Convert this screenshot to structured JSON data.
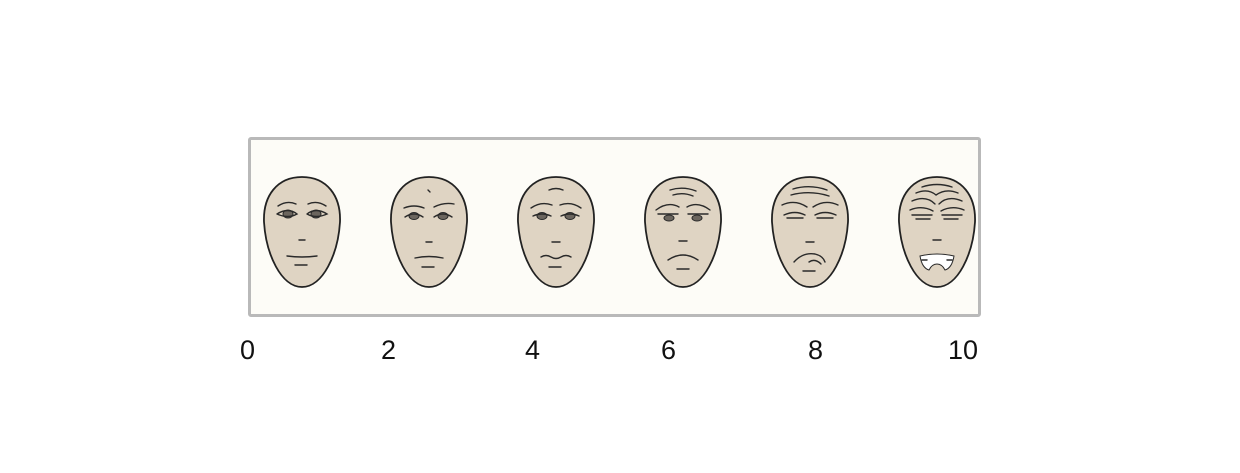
{
  "pain_scale": {
    "labels": [
      "0",
      "2",
      "4",
      "6",
      "8",
      "10"
    ],
    "faces": [
      {
        "score": 0,
        "icon": "no-hurt-face-icon"
      },
      {
        "score": 2,
        "icon": "hurts-little-bit-face-icon"
      },
      {
        "score": 4,
        "icon": "hurts-little-more-face-icon"
      },
      {
        "score": 6,
        "icon": "hurts-even-more-face-icon"
      },
      {
        "score": 8,
        "icon": "hurts-whole-lot-face-icon"
      },
      {
        "score": 10,
        "icon": "hurts-worst-face-icon"
      }
    ],
    "colors": {
      "skin": "#dfd4c3",
      "panel": "#fdfcf7",
      "border": "#b9b9b9"
    }
  }
}
